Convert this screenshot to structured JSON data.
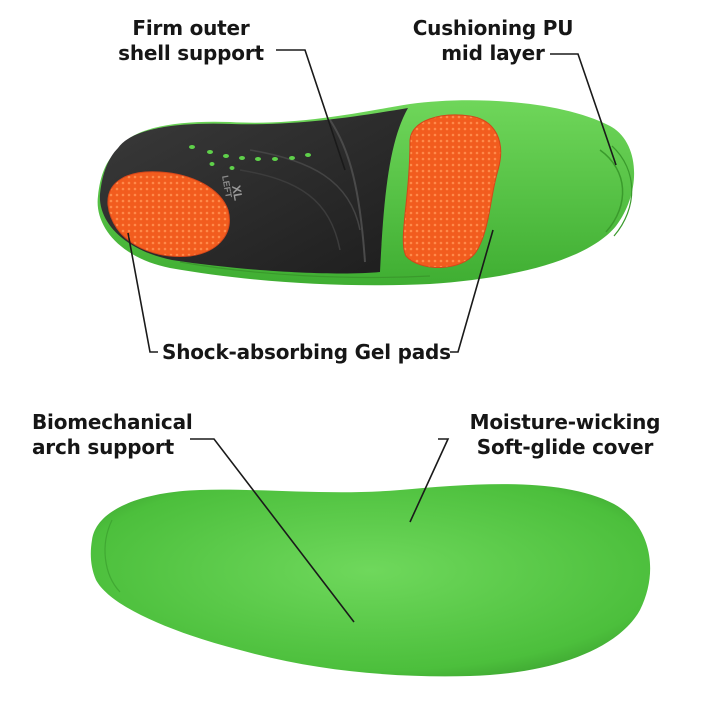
{
  "labels": {
    "firm_outer": [
      "Firm outer",
      "shell support"
    ],
    "cushioning": [
      "Cushioning PU",
      "mid layer"
    ],
    "gel_pads": "Shock-absorbing Gel pads",
    "arch": [
      "Biomechanical",
      "arch support"
    ],
    "cover": [
      "Moisture-wicking",
      "Soft-glide cover"
    ]
  },
  "insole_marking": {
    "side": "LEFT",
    "size": "XL"
  },
  "colors": {
    "insole_green": "#4cc43c",
    "shell_black": "#2a2a2a",
    "gel_orange": "#f25c1e",
    "text": "#161616"
  }
}
